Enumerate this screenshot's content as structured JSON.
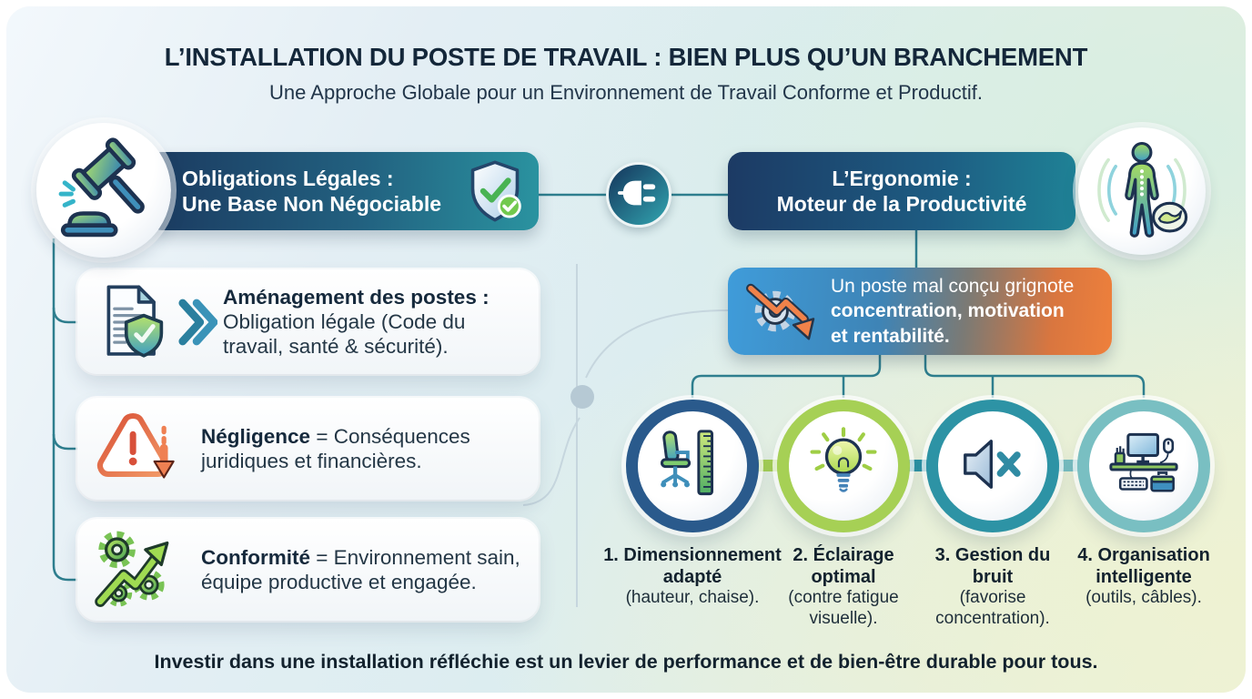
{
  "header": {
    "title": "L’INSTALLATION DU POSTE DE TRAVAIL : BIEN PLUS QU’UN BRANCHEMENT",
    "subtitle": "Une Approche Globale pour un Environnement de Travail Conforme et Productif."
  },
  "left_section": {
    "banner": {
      "line1": "Obligations Légales :",
      "line2": "Une Base Non Négociable",
      "icon_left": "gavel-icon",
      "icon_right": "shield-check-icon"
    },
    "cards": [
      {
        "icon": "document-shield-icon",
        "bold": "Aménagement des postes :",
        "rest": "Obligation légale (Code du travail, santé & sécurité)."
      },
      {
        "icon": "warning-arrow-icon",
        "bold": "Négligence",
        "rest": "= Conséquences juridiques et financières."
      },
      {
        "icon": "gears-growth-icon",
        "bold": "Conformité",
        "rest": "= Environnement sain, équipe productive et engagée."
      }
    ]
  },
  "connector": {
    "icon": "plug-icon"
  },
  "right_section": {
    "banner": {
      "line1": "L’Ergonomie :",
      "line2": "Moteur de la Productivité",
      "icon_right": "human-posture-icon"
    },
    "callout": {
      "icon": "gear-decline-icon",
      "line1": "Un poste mal conçu grignote",
      "line2": "concentration, motivation",
      "line3": "et rentabilité."
    },
    "factors": [
      {
        "icon": "chair-ruler-icon",
        "title": "1. Dimensionnement adapté",
        "detail": "(hauteur, chaise).",
        "ring_color": "#2a5a8c"
      },
      {
        "icon": "lightbulb-icon",
        "title": "2. Éclairage optimal",
        "detail": "(contre fatigue visuelle).",
        "ring_color": "#a6d055"
      },
      {
        "icon": "speaker-mute-icon",
        "title": "3. Gestion du bruit",
        "detail": "(favorise concentration).",
        "ring_color": "#2d93a5"
      },
      {
        "icon": "desk-organization-icon",
        "title": "4. Organisation intelligente",
        "detail": "(outils, câbles).",
        "ring_color": "#79bfc2"
      }
    ]
  },
  "footer": {
    "text": "Investir dans une installation réfléchie est un levier de performance et de bien-être durable pour tous."
  },
  "colors": {
    "left_banner_start": "#1b3a60",
    "left_banner_end": "#2a93a0",
    "right_banner_start": "#1c3a64",
    "right_banner_end": "#1f8296",
    "callout_blue": "#3f9cda",
    "callout_orange": "#ee803c",
    "connector_teal": "#2e7e8e",
    "warning_red": "#d8503a",
    "success_green": "#72c94e"
  }
}
